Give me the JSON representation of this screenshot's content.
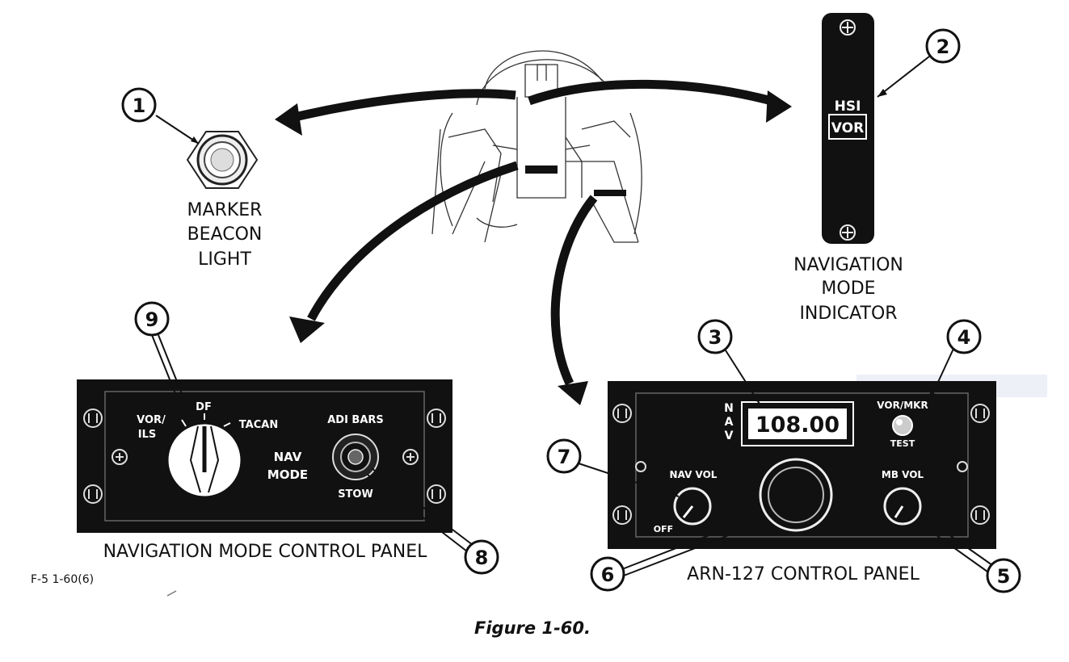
{
  "callouts": {
    "c1": "1",
    "c2": "2",
    "c3": "3",
    "c4": "4",
    "c5": "5",
    "c6": "6",
    "c7": "7",
    "c8": "8",
    "c9": "9"
  },
  "marker_beacon": {
    "line1": "MARKER",
    "line2": "BEACON",
    "line3": "LIGHT"
  },
  "nav_mode_indicator": {
    "top_text": "HSI",
    "window_text": "VOR",
    "line1": "NAVIGATION",
    "line2": "MODE",
    "line3": "INDICATOR"
  },
  "nav_mode_panel": {
    "pos_vor_ils_1": "VOR/",
    "pos_vor_ils_2": "ILS",
    "pos_df": "DF",
    "pos_tacan": "TACAN",
    "nav_mode_1": "NAV",
    "nav_mode_2": "MODE",
    "adi_bars": "ADI BARS",
    "stow": "STOW",
    "caption": "NAVIGATION MODE CONTROL PANEL"
  },
  "arn_panel": {
    "nav_vertical": "NAV",
    "frequency": "108.00",
    "vor_mkr": "VOR/MKR",
    "test": "TEST",
    "nav_vol": "NAV VOL",
    "off": "OFF",
    "mb_vol": "MB VOL",
    "caption": "ARN-127 CONTROL PANEL"
  },
  "figure_id": "F-5 1-60(6)",
  "figure_caption": "Figure 1-60."
}
